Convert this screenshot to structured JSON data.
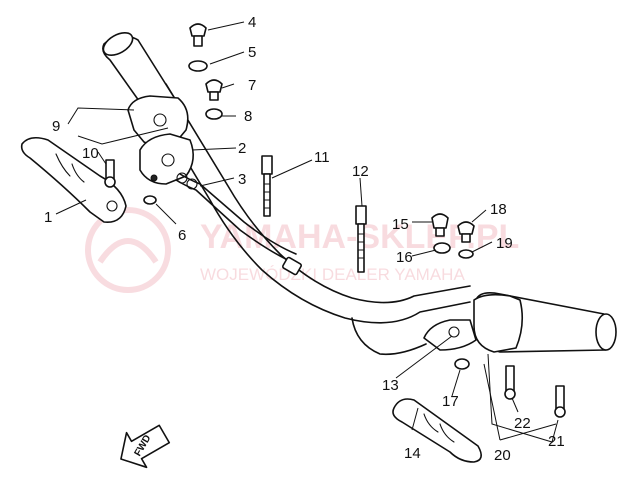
{
  "diagram": {
    "callouts": [
      "1",
      "2",
      "3",
      "4",
      "5",
      "6",
      "7",
      "8",
      "9",
      "10",
      "11",
      "12",
      "13",
      "14",
      "15",
      "16",
      "17",
      "18",
      "19",
      "20",
      "21",
      "22"
    ],
    "direction_label": "FWD",
    "watermark": {
      "line1": "YAMAHA-SKLEP.PL",
      "line2": "WOJEWÓDZKI DEALER YAMAHA"
    }
  }
}
